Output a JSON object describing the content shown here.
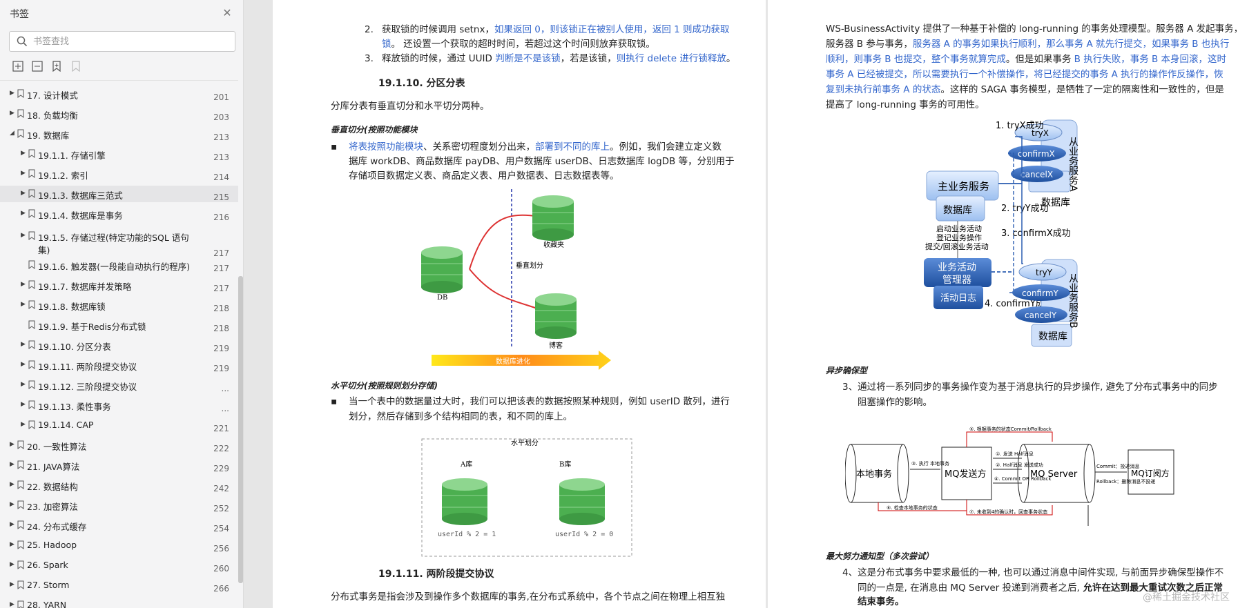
{
  "sidebar": {
    "title": "书签",
    "search_placeholder": "书签查找",
    "items": [
      {
        "label": "17. 设计模式",
        "page": "201",
        "level": 0,
        "arrow": "▶"
      },
      {
        "label": "18. 负载均衡",
        "page": "203",
        "level": 0,
        "arrow": "▶"
      },
      {
        "label": "19. 数据库",
        "page": "213",
        "level": 0,
        "arrow": "◢"
      },
      {
        "label": "19.1.1. 存储引擎",
        "page": "213",
        "level": 1,
        "arrow": "▶"
      },
      {
        "label": "19.1.2. 索引",
        "page": "214",
        "level": 1,
        "arrow": "▶"
      },
      {
        "label": "19.1.3. 数据库三范式",
        "page": "215",
        "level": 1,
        "arrow": "▶"
      },
      {
        "label": "19.1.4. 数据库是事务",
        "page": "216",
        "level": 1,
        "arrow": "▶"
      },
      {
        "label": "19.1.5. 存储过程(特定功能的SQL 语句",
        "label2": "集)",
        "page": "217",
        "level": 1,
        "arrow": "▶"
      },
      {
        "label": "19.1.6. 触发器(一段能自动执行的程序)",
        "page": "217",
        "level": 1,
        "arrow": ""
      },
      {
        "label": "19.1.7. 数据库并发策略",
        "page": "217",
        "level": 1,
        "arrow": "▶"
      },
      {
        "label": "19.1.8. 数据库锁",
        "page": "218",
        "level": 1,
        "arrow": "▶"
      },
      {
        "label": "19.1.9. 基于Redis分布式锁",
        "page": "218",
        "level": 1,
        "arrow": ""
      },
      {
        "label": "19.1.10. 分区分表",
        "page": "219",
        "level": 1,
        "arrow": "▶"
      },
      {
        "label": "19.1.11. 两阶段提交协议",
        "page": "219",
        "level": 1,
        "arrow": "▶"
      },
      {
        "label": "19.1.12. 三阶段提交协议",
        "page": "...",
        "level": 1,
        "arrow": "▶"
      },
      {
        "label": "19.1.13. 柔性事务",
        "page": "...",
        "level": 1,
        "arrow": "▶"
      },
      {
        "label": "19.1.14. CAP",
        "page": "221",
        "level": 1,
        "arrow": "▶"
      },
      {
        "label": "20. 一致性算法",
        "page": "222",
        "level": 0,
        "arrow": "▶"
      },
      {
        "label": "21. JAVA算法",
        "page": "229",
        "level": 0,
        "arrow": "▶"
      },
      {
        "label": "22. 数据结构",
        "page": "242",
        "level": 0,
        "arrow": "▶"
      },
      {
        "label": "23. 加密算法",
        "page": "252",
        "level": 0,
        "arrow": "▶"
      },
      {
        "label": "24. 分布式缓存",
        "page": "254",
        "level": 0,
        "arrow": "▶"
      },
      {
        "label": "25. Hadoop",
        "page": "256",
        "level": 0,
        "arrow": "▶"
      },
      {
        "label": "26. Spark",
        "page": "260",
        "level": 0,
        "arrow": "▶"
      },
      {
        "label": "27. Storm",
        "page": "266",
        "level": 0,
        "arrow": "▶"
      },
      {
        "label": "28. YARN",
        "page": "",
        "level": 0,
        "arrow": "▶"
      }
    ]
  },
  "page1": {
    "item2_num": "2.",
    "item2_a": "获取锁的时候调用 setnx，",
    "item2_b": "如果返回 0，则该锁正在被别人使用，返回 1 则成功获取",
    "item2_c": "锁",
    "item2_d": "。 还设置一个获取的超时时间，若超过这个时间则放弃获取锁。",
    "item3_num": "3.",
    "item3_a": "释放锁的时候，通过 UUID ",
    "item3_b": "判断是不是该锁",
    "item3_c": "，若是该锁，",
    "item3_d": "则执行 delete 进行锁释放",
    "h1": "19.1.10.  分区分表",
    "p1": "分库分表有垂直切分和水平切分两种。",
    "vert_title": "垂直切分(按照功能模块",
    "bullet1_a": "将表按照功能模块",
    "bullet1_b": "、关系密切程度划分出来，",
    "bullet1_c": "部署到不同的库上",
    "bullet1_d": "。例如，我们会建立定义数",
    "bullet1_line2": "据库 workDB、商品数据库 payDB、用户数据库 userDB、日志数据库 logDB 等，分别用于",
    "bullet1_line3": "存储项目数据定义表、商品定义表、用户数据表、日志数据表等。",
    "fig1_db": "DB",
    "fig1_fav": "收藏夹",
    "fig1_blog": "博客",
    "fig1_vert": "垂直划分",
    "fig1_evo": "数据库进化",
    "horiz_title": "水平切分(按照规则划分存储)",
    "bullet2_line1": "当一个表中的数据量过大时，我们可以把该表的数据按照某种规则，例如 userID 散列，进行",
    "bullet2_line2": "划分，然后存储到多个结构相同的表，和不同的库上。",
    "fig2_title": "水平划分",
    "fig2_a": "A库",
    "fig2_b": "B库",
    "fig2_a_rule": "userId % 2 = 1",
    "fig2_b_rule": "userId % 2 = 0",
    "h2": "19.1.11.  两阶段提交协议",
    "p2": "分布式事务是指会涉及到操作多个数据库的事务,在分布式系统中，各个节点之间在物理上相互独"
  },
  "page2": {
    "para1_l1": "WS-BusinessActivity 提供了一种基于补偿的 long-running 的事务处理模型。服务器 A 发起事务，",
    "para1_l2a": "服务器 B 参与事务，",
    "para1_l2b": "服务器 A 的事务如果执行顺利，那么事务 A 就先行提交，如果事务 B 也执行",
    "para1_l3a": "顺利，则事务 B 也提交，整个事务就算完成",
    "para1_l3b": "。但是如果事务 ",
    "para1_l3c": "B 执行失败，事务 B 本身回滚，这时",
    "para1_l4a": "事务 A 已经被提交，所以需要执行一个补偿操作，将已经提交的事务 A 执行的操作作反操作，恢",
    "para1_l5a": "复到未执行前事务 A 的状态",
    "para1_l5b": "。这样的 SAGA 事务模型，是牺牲了一定的隔离性和一致性的，但是",
    "para1_l6": "提高了 long-running 事务的可用性。",
    "d_try": "1. tryX成功",
    "d_tryX": "tryX",
    "d_confirmX": "confirmX",
    "d_cancelX": "cancelX",
    "d_slaveA": "从业务服务A",
    "d_dbA": "数据库",
    "d_main": "主业务服务",
    "d_maindb": "数据库",
    "d_tryY_ok": "2. tryY成功",
    "d_confirmX_ok": "3. confirmX成功",
    "d_start1": "启动业务活动",
    "d_start2": "登记业务操作",
    "d_start3": "提交/回滚业务活动",
    "d_mgr1": "业务活动",
    "d_mgr2": "管理器",
    "d_log": "活动日志",
    "d_confirmY_ok": "4. confirmY成功",
    "d_tryY": "tryY",
    "d_confirmY": "confirmY",
    "d_cancelY": "cancelY",
    "d_slaveB": "从业务服务B",
    "d_dbB": "数据库",
    "async_title": "异步确保型",
    "item3_l1": "3、通过将一系列同步的事务操作变为基于消息执行的异步操作, 避免了分布式事务中的同步",
    "item3_l2": "阻塞操作的影响。",
    "m_local": "本地事务",
    "m_sender": "MQ发送方",
    "m_server": "MQ Server",
    "m_sub": "MQ订阅方",
    "m_top": "⑤. 根据事务的状态Commit/Rollback",
    "m_send": "①. 发送 Half消息",
    "m_half": "②. Half消息 发送成功",
    "m_exec": "③. 执行 本地事务",
    "m_commit": "④. Commit OR Rollback",
    "m_check": "⑥. 检查本地事务的状态",
    "m_noack": "⑦. 未收到4的确认时，回查事务状态",
    "m_c1": "Commit：投递消息",
    "m_c2": "Rollback：删除消息不投递",
    "max_title": "最大努力通知型（多次尝试）",
    "item4_l1": "4、这是分布式事务中要求最低的一种, 也可以通过消息中间件实现, 与前面异步确保型操作不",
    "item4_l2a": "同的一点是, 在消息由 MQ Server 投递到消费者之后,",
    "item4_l2b": " 允许在达到最大重试次数之后正常",
    "item4_l3": "结束事务。"
  },
  "watermark": "@稀土掘金技术社区"
}
